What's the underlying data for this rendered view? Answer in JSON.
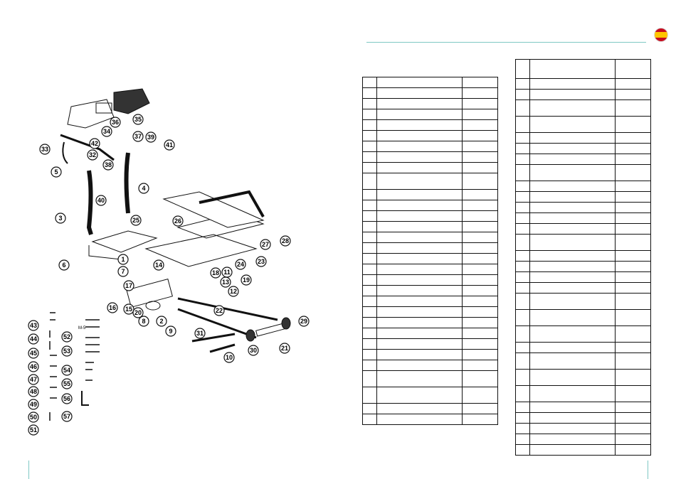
{
  "page": {
    "language_flag": "es-flag-icon"
  },
  "diagram": {
    "callouts": [
      "1",
      "2",
      "3",
      "4",
      "5",
      "6",
      "7",
      "8",
      "9",
      "10",
      "11",
      "12",
      "13",
      "14",
      "15",
      "16",
      "17",
      "18",
      "19",
      "20",
      "21",
      "22",
      "23",
      "24",
      "25",
      "26",
      "27",
      "28",
      "29",
      "30",
      "31",
      "32",
      "33",
      "34",
      "35",
      "36",
      "37",
      "38",
      "39",
      "40",
      "41",
      "42",
      "43",
      "44",
      "45",
      "46",
      "47",
      "48",
      "49",
      "50",
      "51",
      "52",
      "53",
      "54",
      "55",
      "56",
      "57"
    ],
    "sub_label": "M-5"
  },
  "table_left": {
    "rows": 31
  },
  "table_right": {
    "rows": 31
  }
}
